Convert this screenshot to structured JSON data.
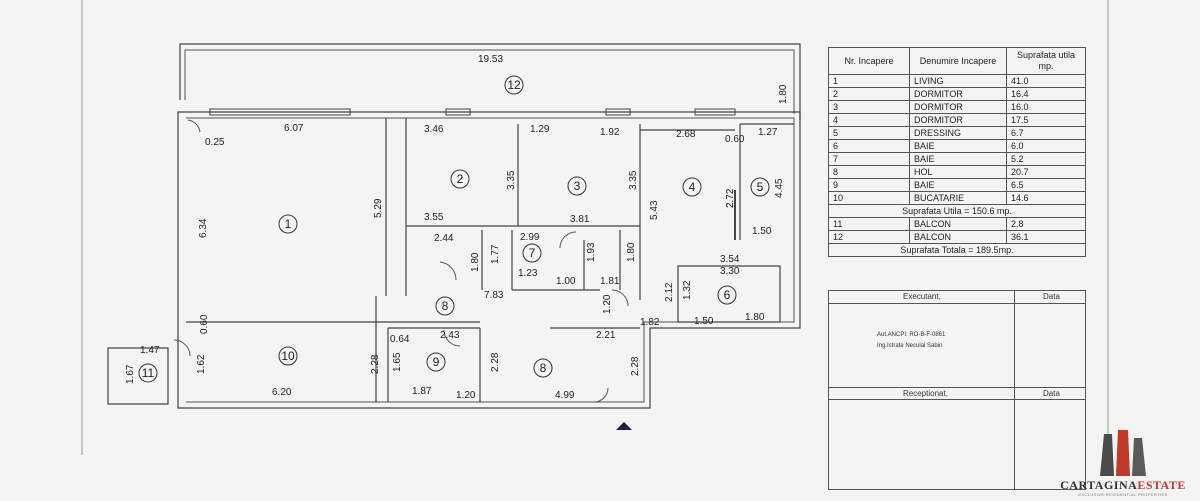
{
  "dimensions": {
    "top_balcony": "19.53",
    "balcony_depth": "1.80",
    "living_top": "6.07",
    "living_corner": "0.25",
    "living_left": "6.34",
    "living_right": "5.29",
    "r2_top": "3.46",
    "r2_right": "3.35",
    "r2_bottom": "3.55",
    "r3_top_left": "1.29",
    "r3_top_right": "1.92",
    "r3_right": "3.35",
    "r3_bottom": "3.81",
    "r4_top": "2.68",
    "r4_width_top": "0.60",
    "r5_top": "1.27",
    "r4_left": "5.43",
    "r4_inner": "2.72",
    "r5_right": "4.45",
    "r5_bottom": "1.50",
    "closet_w": "2.44",
    "closet_h": "1.80",
    "r7_left": "1.77",
    "r7_top": "2.99",
    "r7_right": "1.93",
    "r7_bottom": "1.23",
    "r7_bottom2": "1.00",
    "hall_a": "1.81",
    "hall_b": "1.80",
    "r6_top": "3.54",
    "r6_top2": "3.30",
    "r6_left_a": "2.12",
    "r6_left_b": "1.32",
    "r6_bottom_a": "1.50",
    "r6_bottom_b": "1.80",
    "hall_length": "7.83",
    "hall_door": "1.20",
    "hall_right": "1.82",
    "kitchen_left": "0.60",
    "kitchen_left2": "1.62",
    "kitchen_right": "2.28",
    "kitchen_bottom": "6.20",
    "r9_top": "0.64",
    "r9_top2": "2.43",
    "r9_left": "1.65",
    "r9_bottom": "1.87",
    "r9_bottom2": "1.20",
    "r8b_left": "2.28",
    "r8b_top": "2.21",
    "r8b_right": "2.28",
    "r8b_bottom": "4.99",
    "r11_top": "1.47",
    "r11_left": "1.67"
  },
  "rooms": {
    "r1": "1",
    "r2": "2",
    "r3": "3",
    "r4": "4",
    "r5": "5",
    "r6": "6",
    "r7": "7",
    "r8a": "8",
    "r8b": "8",
    "r9": "9",
    "r10": "10",
    "r11": "11",
    "r12": "12"
  },
  "schedule": {
    "headers": [
      "Nr. Incapere",
      "Denumire Incapere",
      "Suprafata utila mp."
    ],
    "rows": [
      {
        "nr": "1",
        "name": "LIVING",
        "area": "41.0"
      },
      {
        "nr": "2",
        "name": "DORMITOR",
        "area": "16.4"
      },
      {
        "nr": "3",
        "name": "DORMITOR",
        "area": "16.0"
      },
      {
        "nr": "4",
        "name": "DORMITOR",
        "area": "17.5"
      },
      {
        "nr": "5",
        "name": "DRESSING",
        "area": "6.7"
      },
      {
        "nr": "6",
        "name": "BAIE",
        "area": "6.0"
      },
      {
        "nr": "7",
        "name": "BAIE",
        "area": "5.2"
      },
      {
        "nr": "8",
        "name": "HOL",
        "area": "20.7"
      },
      {
        "nr": "9",
        "name": "BAIE",
        "area": "6.5"
      },
      {
        "nr": "10",
        "name": "BUCATARIE",
        "area": "14.6"
      }
    ],
    "useful_total": "Suprafata Utila = 150.6 mp.",
    "balcony_rows": [
      {
        "nr": "11",
        "name": "BALCON",
        "area": "2.8"
      },
      {
        "nr": "12",
        "name": "BALCON",
        "area": "36.1"
      }
    ],
    "grand_total": "Suprafata Totala = 189.5mp."
  },
  "signoff": {
    "executant": "Executant,",
    "data1": "Data",
    "authorization": "Aut.ANCPI: RO-B-F-0861",
    "engineer": "Ing.Istrate Neculai Sabin",
    "receptionat": "Receptionat,",
    "data2": "Data"
  },
  "logo": {
    "word1": "CARTAGINA",
    "word2": "ESTATE",
    "tagline": "EXCLUSIVE RESIDENTIAL PROPERTIES",
    "accent": "#c0392b"
  },
  "colors": {
    "paper": "#f4f4f2",
    "lines": "#444444",
    "entrance_arrow": "#1a2340"
  }
}
